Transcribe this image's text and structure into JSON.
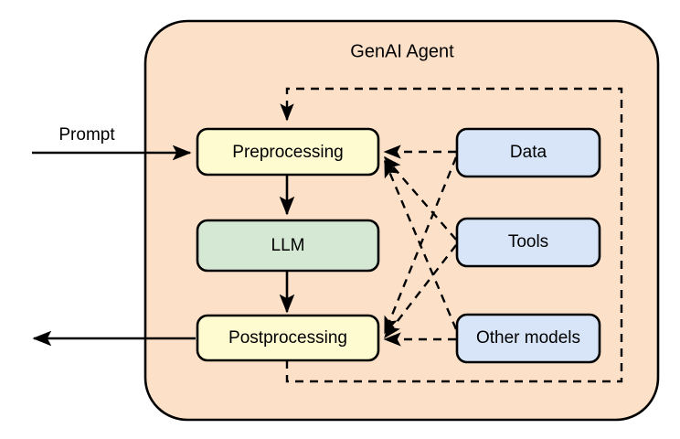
{
  "diagram": {
    "title": "GenAI Agent",
    "container": {
      "label": "GenAI Agent",
      "fill": "#fce0c8",
      "stroke": "#000000"
    },
    "colors": {
      "pipeline_fill": "#fdfbcf",
      "llm_fill": "#d5e8d4",
      "resource_fill": "#d8e5f8",
      "stroke": "#000000",
      "canvas": "#ffffff"
    },
    "pipeline_nodes": [
      {
        "id": "preprocessing",
        "label": "Preprocessing",
        "fill": "#fdfbcf"
      },
      {
        "id": "llm",
        "label": "LLM",
        "fill": "#d5e8d4"
      },
      {
        "id": "postprocessing",
        "label": "Postprocessing",
        "fill": "#fdfbcf"
      }
    ],
    "resource_nodes": [
      {
        "id": "data",
        "label": "Data",
        "fill": "#d8e5f8"
      },
      {
        "id": "tools",
        "label": "Tools",
        "fill": "#d8e5f8"
      },
      {
        "id": "other-models",
        "label": "Other models",
        "fill": "#d8e5f8"
      }
    ],
    "edges": [
      {
        "id": "prompt-in",
        "label": "Prompt",
        "style": "solid",
        "from": "external",
        "to": "preprocessing"
      },
      {
        "id": "pre-to-llm",
        "label": "",
        "style": "solid",
        "from": "preprocessing",
        "to": "llm"
      },
      {
        "id": "llm-to-post",
        "label": "",
        "style": "solid",
        "from": "llm",
        "to": "postprocessing"
      },
      {
        "id": "response-out",
        "label": "",
        "style": "solid",
        "from": "postprocessing",
        "to": "external"
      },
      {
        "id": "feedback-loop",
        "label": "",
        "style": "dashed",
        "from": "postprocessing",
        "to": "preprocessing"
      },
      {
        "id": "pre-data",
        "label": "",
        "style": "dashed",
        "from": "preprocessing",
        "to": "data"
      },
      {
        "id": "pre-tools",
        "label": "",
        "style": "dashed",
        "from": "preprocessing",
        "to": "tools"
      },
      {
        "id": "pre-other-models",
        "label": "",
        "style": "dashed",
        "from": "preprocessing",
        "to": "other-models"
      },
      {
        "id": "post-data",
        "label": "",
        "style": "dashed",
        "from": "postprocessing",
        "to": "data"
      },
      {
        "id": "post-tools",
        "label": "",
        "style": "dashed",
        "from": "postprocessing",
        "to": "tools"
      },
      {
        "id": "post-other-models",
        "label": "",
        "style": "dashed",
        "from": "postprocessing",
        "to": "other-models"
      }
    ],
    "external_labels": {
      "prompt": "Prompt"
    }
  }
}
